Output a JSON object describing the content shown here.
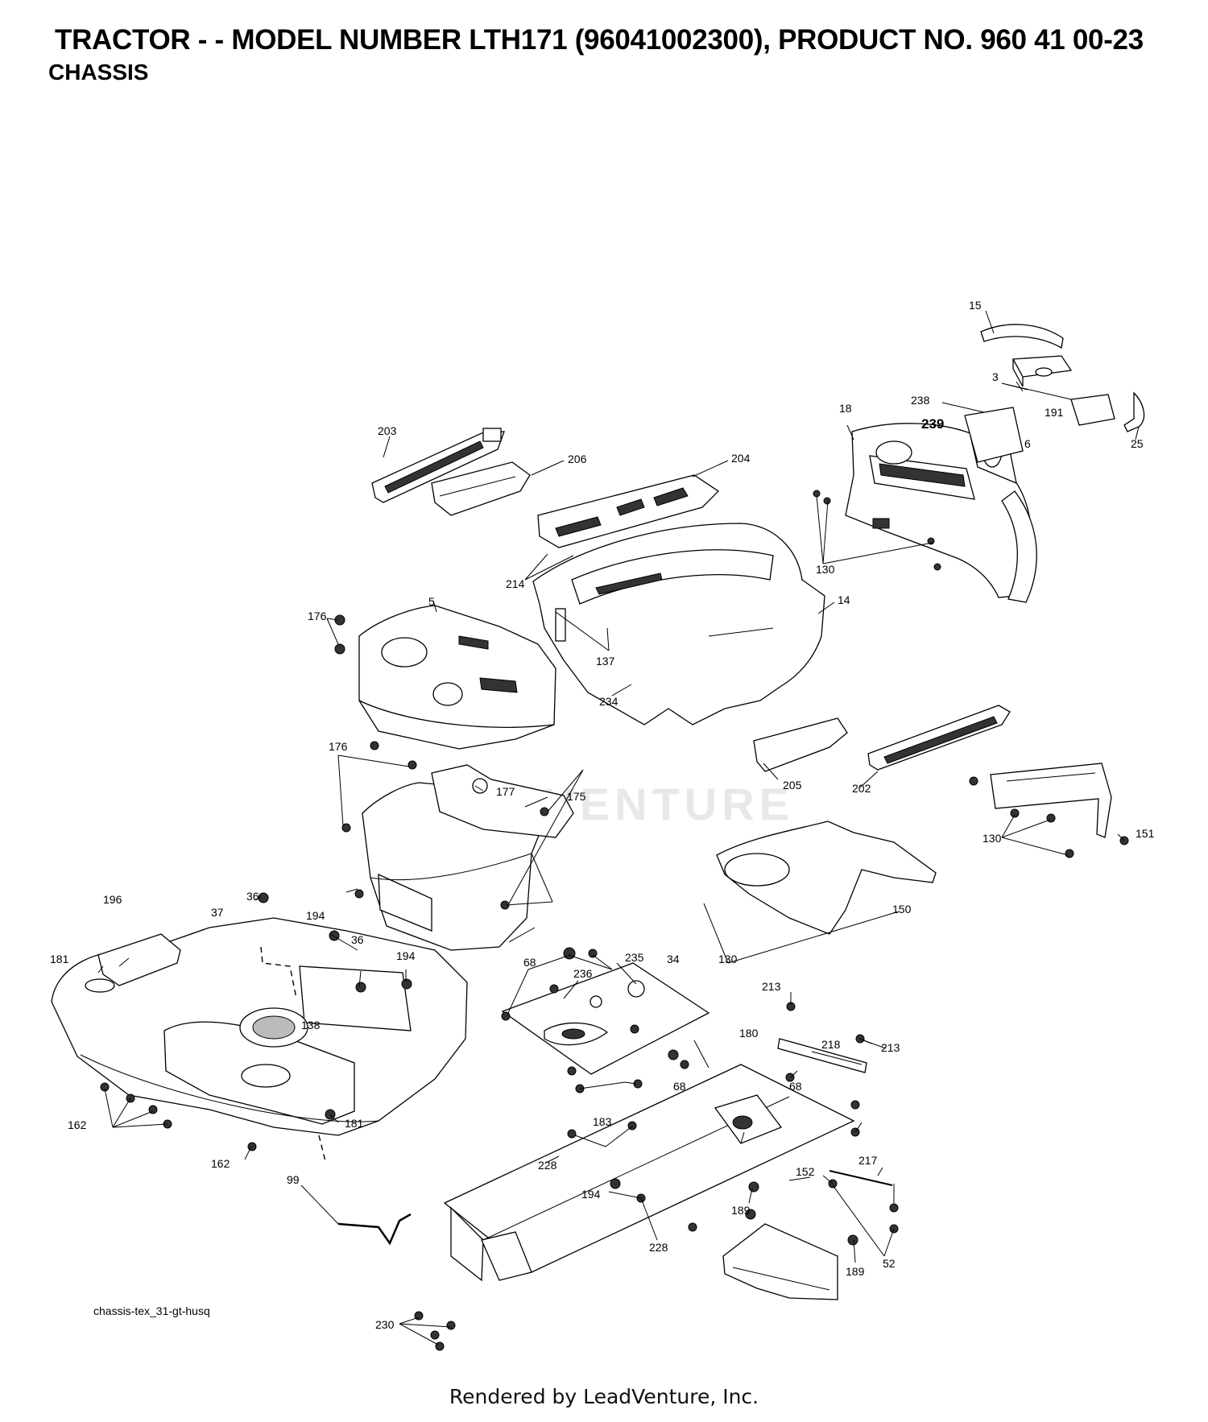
{
  "header": {
    "title": "TRACTOR - - MODEL NUMBER LTH171 (96041002300), PRODUCT NO. 960 41 00-23",
    "subtitle": "CHASSIS"
  },
  "diagram": {
    "watermark": "LEADVENTURE",
    "callouts": [
      "15",
      "3",
      "191",
      "238",
      "239",
      "6",
      "25",
      "18",
      "203",
      "206",
      "204",
      "130",
      "214",
      "5",
      "14",
      "176",
      "137",
      "234",
      "205",
      "202",
      "177",
      "175",
      "176",
      "130",
      "151",
      "196",
      "36",
      "37",
      "194",
      "36",
      "194",
      "181",
      "68",
      "235",
      "34",
      "236",
      "213",
      "138",
      "180",
      "218",
      "213",
      "150",
      "130",
      "162",
      "181",
      "68",
      "68",
      "183",
      "162",
      "228",
      "217",
      "99",
      "152",
      "194",
      "189",
      "228",
      "189",
      "52",
      "230"
    ]
  },
  "footer": {
    "filename": "chassis-tex_31-gt-husq",
    "rendered_by": "Rendered by LeadVenture, Inc."
  }
}
